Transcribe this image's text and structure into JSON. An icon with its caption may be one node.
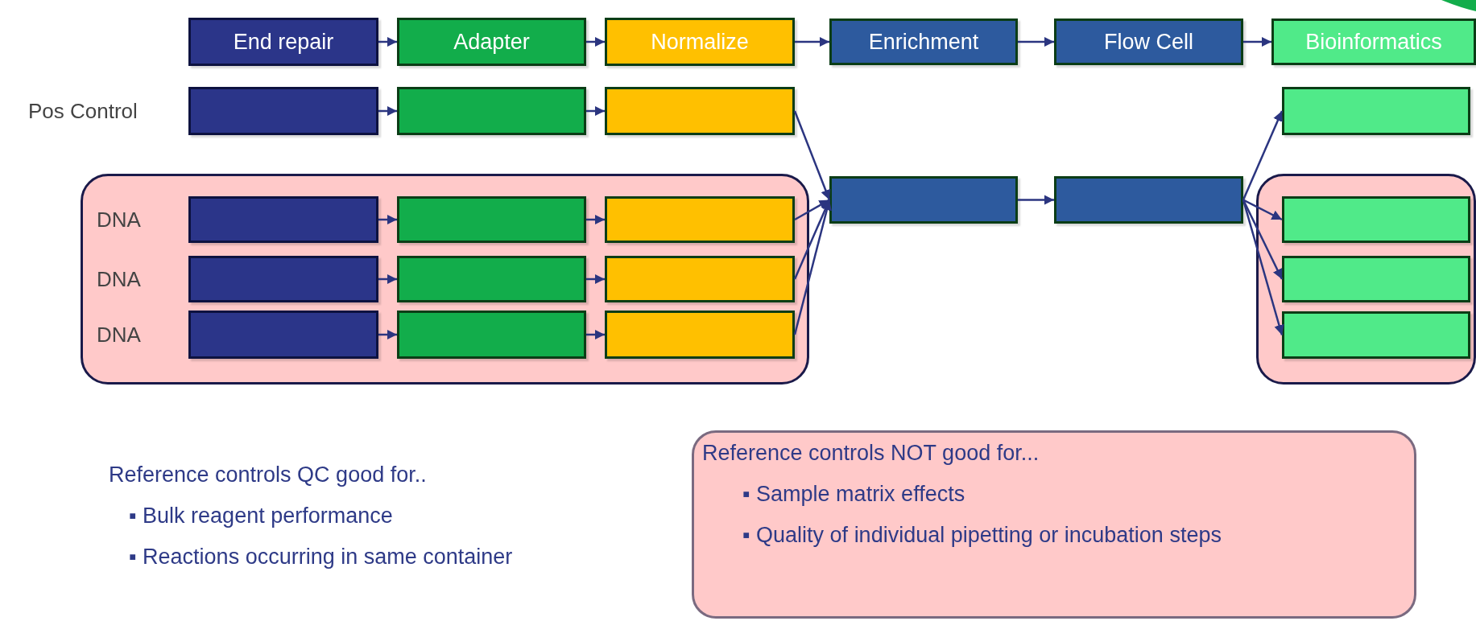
{
  "diagram": {
    "nodes": [
      {
        "text": [
          "End repair"
        ]
      },
      {
        "text": [
          "Adapter"
        ]
      },
      {
        "text": [
          "Normalize"
        ]
      },
      {
        "text": [
          "Enrichment"
        ]
      },
      {
        "text": [
          "Flow Cell"
        ]
      },
      {
        "text": [
          "Bioinformatics"
        ]
      },
      {
        "text": [],
        "shape": "box",
        "beside": [
          "Pos Control"
        ]
      },
      {
        "text": [],
        "shape": "box"
      },
      {
        "text": [],
        "shape": "box"
      },
      {
        "text": [],
        "shape": "box"
      },
      {
        "text": [],
        "shape": "box"
      },
      {
        "text": [],
        "shape": "box",
        "in": 10,
        "beside": [
          "DNA"
        ]
      },
      {
        "text": [],
        "shape": "box",
        "in": 10
      },
      {
        "text": [],
        "shape": "box",
        "in": 10
      },
      {
        "text": [],
        "shape": "box",
        "in": 10,
        "beside": [
          "DNA"
        ]
      },
      {
        "text": [],
        "shape": "box",
        "in": 10
      },
      {
        "text": [],
        "shape": "box",
        "in": 10
      },
      {
        "text": [],
        "shape": "box",
        "in": 10,
        "beside": [
          "DNA"
        ]
      },
      {
        "text": [],
        "shape": "box",
        "in": 10
      },
      {
        "text": [],
        "shape": "box",
        "in": 10
      },
      {
        "text": [],
        "shape": "box"
      },
      {
        "text": [],
        "shape": "box"
      },
      {
        "text": [],
        "shape": "box"
      },
      {
        "text": [],
        "shape": "box",
        "in": 22
      },
      {
        "text": [],
        "shape": "box",
        "in": 22
      },
      {
        "text": [],
        "shape": "box",
        "in": 22
      },
      {
        "text": [
          "Reference controls NOT good for...",
          "▪ Sample matrix effects",
          "▪ Quality of individual pipetting or incubation steps"
        ]
      }
    ],
    "edges": [
      {
        "from": 0,
        "to": 1,
        "arrow": "to"
      },
      {
        "from": 1,
        "to": 2,
        "arrow": "to"
      },
      {
        "from": 2,
        "to": 3,
        "arrow": "to"
      },
      {
        "from": 3,
        "to": 4,
        "arrow": "to"
      },
      {
        "from": 4,
        "to": 5,
        "arrow": "to"
      },
      {
        "from": 6,
        "to": 7,
        "arrow": "to"
      },
      {
        "from": 7,
        "to": 8,
        "arrow": "to"
      },
      {
        "from": 11,
        "to": 12,
        "arrow": "to"
      },
      {
        "from": 12,
        "to": 13,
        "arrow": "to"
      },
      {
        "from": 14,
        "to": 15,
        "arrow": "to"
      },
      {
        "from": 15,
        "to": 16,
        "arrow": "to"
      },
      {
        "from": 17,
        "to": 18,
        "arrow": "to"
      },
      {
        "from": 18,
        "to": 19,
        "arrow": "to"
      },
      {
        "from": 8,
        "to": 20,
        "arrow": "to"
      },
      {
        "from": 13,
        "to": 20,
        "arrow": "to"
      },
      {
        "from": 16,
        "to": 20,
        "arrow": "to"
      },
      {
        "from": 19,
        "to": 20,
        "arrow": "to"
      },
      {
        "from": 20,
        "to": 21,
        "arrow": "to"
      },
      {
        "from": 21,
        "to": 9,
        "arrow": "to"
      },
      {
        "from": 21,
        "to": 23,
        "arrow": "to"
      },
      {
        "from": 21,
        "to": 24,
        "arrow": "to"
      },
      {
        "from": 21,
        "to": 25,
        "arrow": "to"
      }
    ],
    "labels": [
      "Reference controls QC good for..",
      "▪ Bulk reagent performance",
      "▪ Reactions occurring in same container"
    ]
  }
}
